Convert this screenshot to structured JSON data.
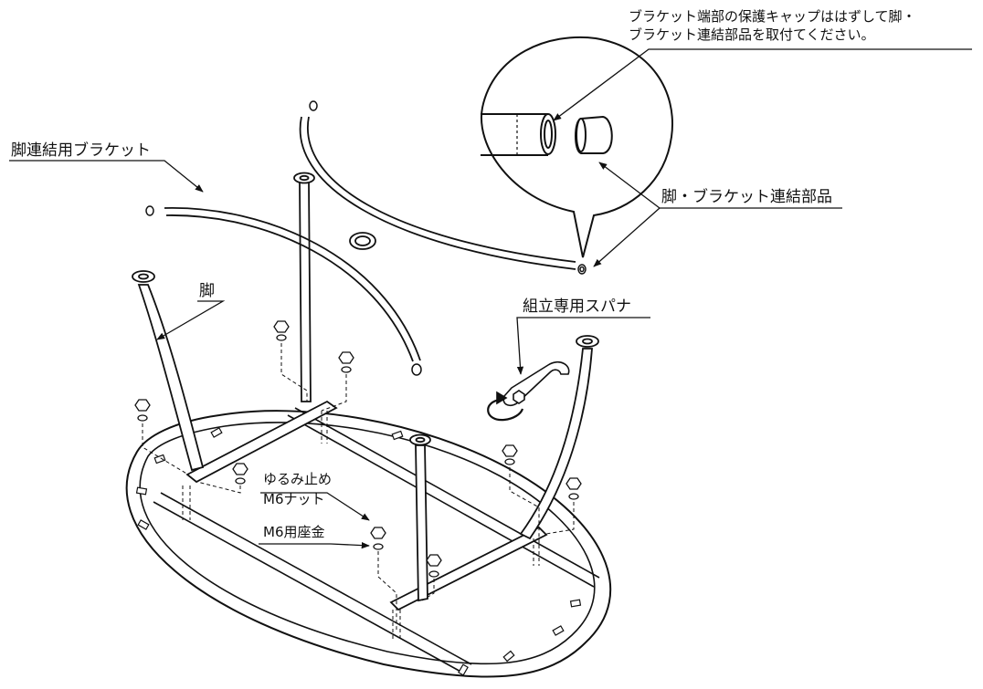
{
  "note": {
    "line1": "ブラケット端部の保護キャップははずして脚・",
    "line2": "ブラケット連結部品を取付てください。"
  },
  "labels": {
    "bracket": "脚連結用ブラケット",
    "connector": "脚・ブラケット連結部品",
    "leg": "脚",
    "spanner": "組立専用スパナ",
    "locknut_line1": "ゆるみ止め",
    "locknut_line2": "M6ナット",
    "washer": "M6用座金"
  },
  "colors": {
    "line": "#111111",
    "background": "#ffffff"
  }
}
